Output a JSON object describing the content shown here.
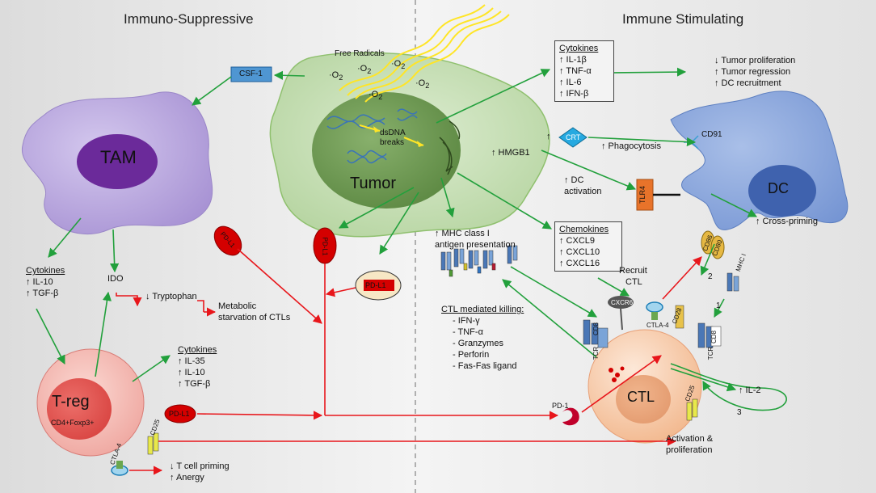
{
  "headers": {
    "left": "Immuno-Suppressive",
    "right": "Immune Stimulating"
  },
  "cells": {
    "tam": "TAM",
    "tumor": "Tumor",
    "treg": "T-reg",
    "treg_sub": "CD4+Foxp3+",
    "dc": "DC",
    "ctl": "CTL"
  },
  "badges": {
    "csf1": "CSF-1",
    "pdl1": "PD-L1",
    "crt": "CRT",
    "tlr4": "TLR4",
    "cd80": "CD80",
    "cd86": "CD86",
    "cd28": "CD28",
    "cd25": "CD25",
    "ctla4": "CTLA-4",
    "cd8": "CD8",
    "tcr": "TCR",
    "cxcr6": "CXCR6",
    "mhc1": "MHC I",
    "pd1": "PD-1",
    "cd91": "CD91"
  },
  "tumor_labels": {
    "free_radicals": "Free Radicals",
    "o2": "·O",
    "o2_sub": "2",
    "dsdna": "dsDNA",
    "breaks": "breaks",
    "hmgb1": "↑ HMGB1",
    "up": "↑"
  },
  "cytokines_top": {
    "title": "Cytokines",
    "items": [
      "↑ IL-1β",
      "↑ TNF-α",
      "↑ IL-6",
      "↑ IFN-β"
    ]
  },
  "outcomes": [
    "↓ Tumor proliferation",
    "↑ Tumor regression",
    "↑ DC recruitment"
  ],
  "phagocytosis": "↑ Phagocytosis",
  "dc_activation": [
    "↑ DC",
    "activation"
  ],
  "cross_priming": "↑ Cross-priming",
  "mhc_presentation": [
    "↑ MHC class I",
    "antigen presentation"
  ],
  "chemokines": {
    "title": "Chemokines",
    "items": [
      "↑ CXCL9",
      "↑ CXCL10",
      "↑ CXCL16"
    ]
  },
  "recruit": [
    "Recruit",
    "CTL"
  ],
  "tam_cytokines": {
    "title": "Cytokines",
    "items": [
      "↑ IL-10",
      "↑ TGF-β"
    ]
  },
  "ido": "IDO",
  "tryptophan": "↓ Tryptophan",
  "metabolic": [
    "Metabolic",
    "starvation of CTLs"
  ],
  "treg_cytokines": {
    "title": "Cytokines",
    "items": [
      "↑ IL-35",
      "↑ IL-10",
      "↑ TGF-β"
    ]
  },
  "ctl_killing": {
    "title": "CTL mediated killing:",
    "items": [
      "-    IFN-γ",
      "-    TNF-α",
      "-    Granzymes",
      "-    Perforin",
      "-    Fas-Fas ligand"
    ]
  },
  "il2": "↑ IL-2",
  "activation": [
    "Activation &",
    "proliferation"
  ],
  "priming": [
    "↓ T cell priming",
    "↑ Anergy"
  ],
  "steps": [
    "1",
    "2",
    "3"
  ],
  "colors": {
    "green_arrow": "#22a03c",
    "red_arrow": "#e8161b",
    "tam": "#b9a6dd",
    "tam_nucleus": "#6b2a9a",
    "tumor": "#c2ddb0",
    "tumor_nucleus": "#6f9a55",
    "dc": "#7f9ed8",
    "dc_nucleus": "#3f62ae",
    "ctl": "#f6c7a4",
    "treg": "#e98583",
    "csf1": "#4f96d2",
    "crt": "#26a9e0",
    "tlr4": "#e8732a",
    "pdl1": "#d40000"
  }
}
